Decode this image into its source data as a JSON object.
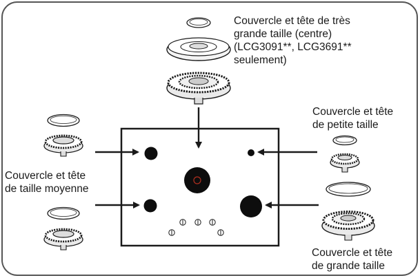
{
  "labels": {
    "extra_large": {
      "line1": "Couvercle et tête de très",
      "line2": "grande taille (centre)",
      "line3": "(LCG3091**, LCG3691**",
      "line4": "seulement)"
    },
    "small": {
      "line1": "Couvercle et tête",
      "line2": "de petite taille"
    },
    "medium": {
      "line1": "Couvercle et tête",
      "line2": "de taille moyenne"
    },
    "large": {
      "line1": "Couvercle et tête",
      "line2": "de grande taille"
    }
  },
  "colors": {
    "line": "#1a1a1a",
    "burner": "#0d0d0d",
    "frame": "#555555",
    "accent": "#b03020"
  }
}
